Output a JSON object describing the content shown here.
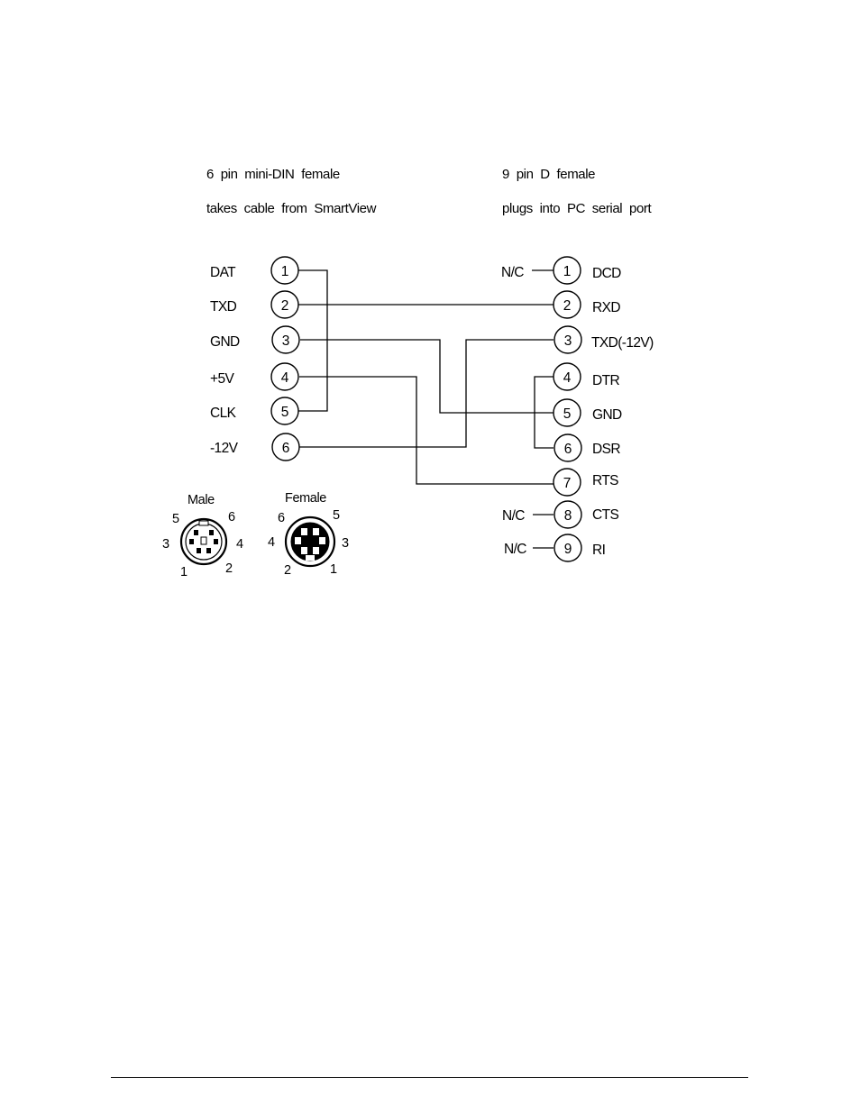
{
  "left_header": {
    "title": "6  pin  mini-DIN  female",
    "subtitle": "takes  cable  from  SmartView"
  },
  "right_header": {
    "title": "9  pin  D  female",
    "subtitle": "plugs  into  PC  serial  port"
  },
  "left_pins": [
    {
      "num": "1",
      "signal": "DAT"
    },
    {
      "num": "2",
      "signal": "TXD"
    },
    {
      "num": "3",
      "signal": "GND"
    },
    {
      "num": "4",
      "signal": "+5V"
    },
    {
      "num": "5",
      "signal": "CLK"
    },
    {
      "num": "6",
      "signal": "-12V"
    }
  ],
  "right_pins": [
    {
      "num": "1",
      "signal": "DCD",
      "nc": "N/C"
    },
    {
      "num": "2",
      "signal": "RXD",
      "nc": ""
    },
    {
      "num": "3",
      "signal": "TXD(-12V)",
      "nc": ""
    },
    {
      "num": "4",
      "signal": "DTR",
      "nc": ""
    },
    {
      "num": "5",
      "signal": "GND",
      "nc": ""
    },
    {
      "num": "6",
      "signal": "DSR",
      "nc": ""
    },
    {
      "num": "7",
      "signal": "RTS",
      "nc": ""
    },
    {
      "num": "8",
      "signal": "CTS",
      "nc": "N/C"
    },
    {
      "num": "9",
      "signal": "RI",
      "nc": "N/C"
    }
  ],
  "connections": [
    {
      "from": "left 1",
      "to": "left 5"
    },
    {
      "from": "left 2",
      "to": "right 2"
    },
    {
      "from": "left 3",
      "to": "right 5"
    },
    {
      "from": "left 4",
      "to": "right 7"
    },
    {
      "from": "left 6",
      "to": "right 3"
    },
    {
      "from": "right 4",
      "to": "right 6"
    }
  ],
  "male_connector": {
    "title": "Male",
    "labels": {
      "p1": "1",
      "p2": "2",
      "p3": "3",
      "p4": "4",
      "p5": "5",
      "p6": "6"
    }
  },
  "female_connector": {
    "title": "Female",
    "labels": {
      "p1": "1",
      "p2": "2",
      "p3": "3",
      "p4": "4",
      "p5": "5",
      "p6": "6"
    }
  }
}
